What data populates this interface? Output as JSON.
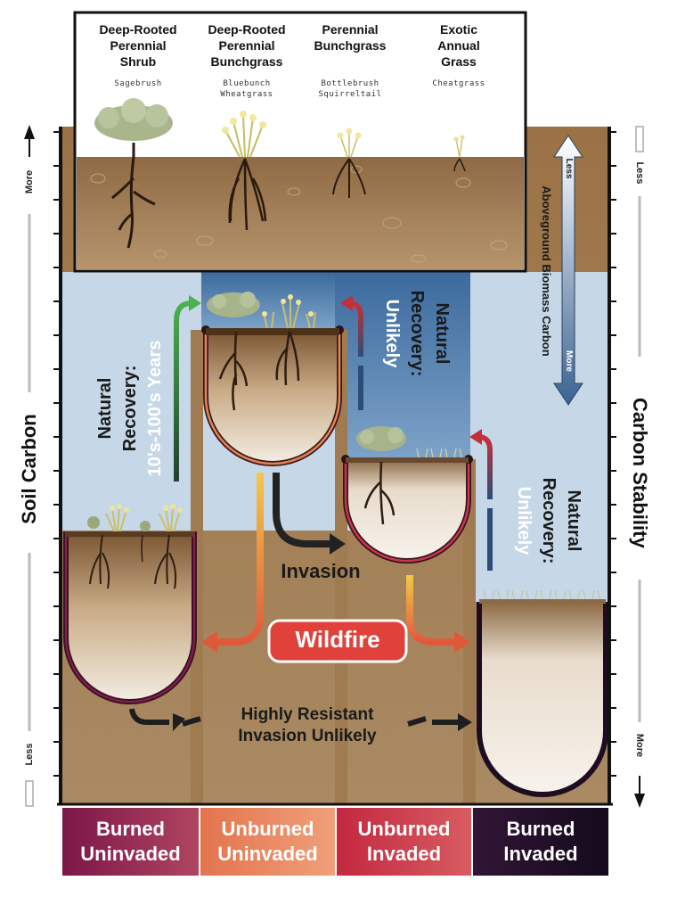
{
  "left_axis": {
    "label": "Soil Carbon",
    "more": "More",
    "less": "Less"
  },
  "right_axis": {
    "label": "Carbon Stability",
    "less": "Less",
    "more": "More"
  },
  "biomass_axis": {
    "label": "Aboveground Biomass Carbon",
    "less": "Less",
    "more": "More"
  },
  "plants": [
    {
      "name_line1": "Deep-Rooted",
      "name_line2": "Perennial",
      "name_line3": "Shrub",
      "example_line1": "Sagebrush",
      "example_line2": ""
    },
    {
      "name_line1": "Deep-Rooted",
      "name_line2": "Perennial",
      "name_line3": "Bunchgrass",
      "example_line1": "Bluebunch",
      "example_line2": "Wheatgrass"
    },
    {
      "name_line1": "Perennial",
      "name_line2": "Bunchgrass",
      "name_line3": "",
      "example_line1": "Bottlebrush",
      "example_line2": "Squirreltail"
    },
    {
      "name_line1": "Exotic",
      "name_line2": "Annual",
      "name_line3": "Grass",
      "example_line1": "Cheatgrass",
      "example_line2": ""
    }
  ],
  "recovery_labels": {
    "burned_uninvaded": {
      "line1": "Natural",
      "line2": "Recovery:",
      "line3": "10's-100's Years"
    },
    "unburned_invaded": {
      "line1": "Natural",
      "line2": "Recovery:",
      "line3": "Unlikely"
    },
    "burned_invaded": {
      "line1": "Natural",
      "line2": "Recovery:",
      "line3": "Unlikely"
    }
  },
  "process_labels": {
    "invasion": "Invasion",
    "wildfire": "Wildfire",
    "resistant_line1": "Highly Resistant",
    "resistant_line2": "Invasion Unlikely"
  },
  "states": [
    {
      "line1": "Burned",
      "line2": "Uninvaded",
      "color": "#8a1f4d"
    },
    {
      "line1": "Unburned",
      "line2": "Uninvaded",
      "color": "#e7825a"
    },
    {
      "line1": "Unburned",
      "line2": "Invaded",
      "color": "#c9364e"
    },
    {
      "line1": "Burned",
      "line2": "Invaded",
      "color": "#2b1330"
    }
  ],
  "colors": {
    "soil": "#a88459",
    "sky": "#c4d6e6",
    "wildfire_box": "#e0413a",
    "invasion_arrow": "#222222"
  }
}
